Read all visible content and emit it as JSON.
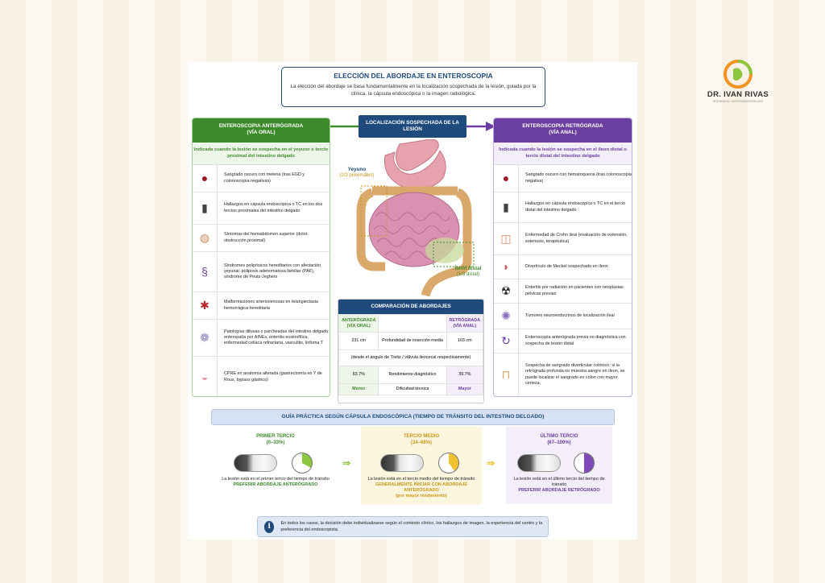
{
  "logo": {
    "name": "DR. IVAN RIVAS",
    "subtitle": "INTERNISTA / GASTROENTERÓLOGO"
  },
  "header": {
    "title": "ELECCIÓN DEL ABORDAJE EN ENTEROSCOPIA",
    "subtitle": "La elección del abordaje se basa fundamentalmente en la localización sospechada de la lesión, guiada por la clínica, la cápsula endoscópica o la imagen radiológica."
  },
  "center": {
    "location_label": "LOCALIZACIÓN SOSPECHADA DE LA LESIÓN",
    "yeyuno": "Yeyuno",
    "yeyuno_sub": "(2/3 proximales)",
    "ileon": "Íleon distal",
    "ileon_sub": "(1/3 distal)"
  },
  "left": {
    "title": "ENTEROSCOPIA ANTERÓGRADA",
    "subtitle": "(VÍA ORAL)",
    "indication": "Indicada cuando la lesión se sospecha en el yeyuno o tercio proximal del intestino delgado",
    "items": [
      {
        "icon": "blood-drop-icon",
        "text": "Sangrado oscuro con melena (tras EGD y colonoscopia negativas)"
      },
      {
        "icon": "capsule-icon",
        "text": "Hallazgos en cápsula endoscópica o TC en los dos tercios proximales del intestino delgado"
      },
      {
        "icon": "abdomen-icon",
        "text": "Síntomas del hemiabdomen superior (dolor, obstrucción proximal)"
      },
      {
        "icon": "dna-icon",
        "text": "Síndromes polipósicos hereditarios con afectación yeyunal: poliposis adenomatosa familiar (PAF), síndrome de Peutz-Jeghers"
      },
      {
        "icon": "vessels-icon",
        "text": "Malformaciones arteriovenosas en telangiectasia hemorrágica hereditaria"
      },
      {
        "icon": "cells-icon",
        "text": "Patologías difusas o parcheadas del intestino delgado: enteropatía por AINEs, enteritis eosinofílica, enfermedad celíaca refractaria, vasculitis, linfoma T"
      },
      {
        "icon": "stomach-icon",
        "text": "CPRE en anatomía alterada (gastrectomía en Y de Roux, bypass gástrico)"
      }
    ]
  },
  "right": {
    "title": "ENTEROSCOPIA RETRÓGRADA",
    "subtitle": "(VÍA ANAL)",
    "indication": "Indicada cuando la lesión se sospecha en el íleon distal o tercio distal del intestino delgado",
    "items": [
      {
        "icon": "blood-drop-icon",
        "text": "Sangrado oscuro con hematoquecia (tras colonoscopia negativa)"
      },
      {
        "icon": "capsule-icon",
        "text": "Hallazgos en cápsula endoscópica o TC en el tercio distal del intestino delgado"
      },
      {
        "icon": "colon-icon",
        "text": "Enfermedad de Crohn ileal (evaluación de extensión, estenosis, terapéutica)"
      },
      {
        "icon": "diverticulum-icon",
        "text": "Divertículo de Meckel sospechado en íleon"
      },
      {
        "icon": "radiation-icon",
        "text": "Enteritis por radiación en pacientes con neoplasias pélvicas previas"
      },
      {
        "icon": "tumor-icon",
        "text": "Tumores neuroendocrinos de localización ileal"
      },
      {
        "icon": "cycle-icon",
        "text": "Enteroscopia anterógrada previa no diagnóstica con sospecha de lesión distal"
      },
      {
        "icon": "large-colon-icon",
        "text": "Sospecha de sangrado diverticular colónico: si la retrógrada profunda no muestra sangre en íleon, se puede localizar el sangrado en colon con mayor certeza."
      }
    ]
  },
  "comparison": {
    "title": "COMPARACIÓN DE ABORDAJES",
    "col_left": "ANTERÓGRADA",
    "col_left_sub": "(VÍA ORAL)",
    "col_right": "RETRÓGRADA",
    "col_right_sub": "(VÍA ANAL)",
    "depth_left": "231 cm",
    "depth_label": "Profundidad de inserción media",
    "depth_right": "103 cm",
    "note": "(desde el ángulo de Treitz / válvula ileocecal respectivamente)",
    "yield_left": "63.7%",
    "yield_label": "Rendimiento diagnóstico",
    "yield_right": "39.7%",
    "diff_left": "Menor",
    "diff_label": "Dificultad técnica",
    "diff_right": "Mayor"
  },
  "guide": {
    "title": "GUÍA PRÁCTICA SEGÚN CÁPSULA ENDOSCÓPICA (TIEMPO DE TRÁNSITO DEL INTESTINO DELGADO)",
    "cols": [
      {
        "title": "PRIMER TERCIO",
        "range": "(0–33%)",
        "text": "La lesión está en el primer tercio del tiempo de tránsito",
        "rec": "PREFERIR ABORDAJE ANTERÓGRADO",
        "rec2": "",
        "color": "#3d8b2a",
        "fill": 0.33
      },
      {
        "title": "TERCIO MEDIO",
        "range": "(34–66%)",
        "text": "La lesión está en el tercio medio del tiempo de tránsito",
        "rec": "GENERALMENTE INICIAR CON ABORDAJE ANTERÓGRADO",
        "rec2": "(por mayor rendimiento)",
        "color": "#c99514",
        "fill": 0.4
      },
      {
        "title": "ÚLTIMO TERCIO",
        "range": "(67–100%)",
        "text": "La lesión está en el último tercio del tiempo de tránsito",
        "rec": "PREFERIR ABORDAJE RETRÓGRADO",
        "rec2": "",
        "color": "#6a3fa0",
        "fill": 0.5
      }
    ]
  },
  "note": {
    "text": "En todos los casos, la decisión debe individualizarse según el contexto clínico, los hallazgos de imagen, la experiencia del centro y la preferencia del endoscopista."
  },
  "colors": {
    "navy": "#1e4a7c",
    "green": "#3d8b2a",
    "purple": "#6a3fa0",
    "gold": "#c99514"
  }
}
